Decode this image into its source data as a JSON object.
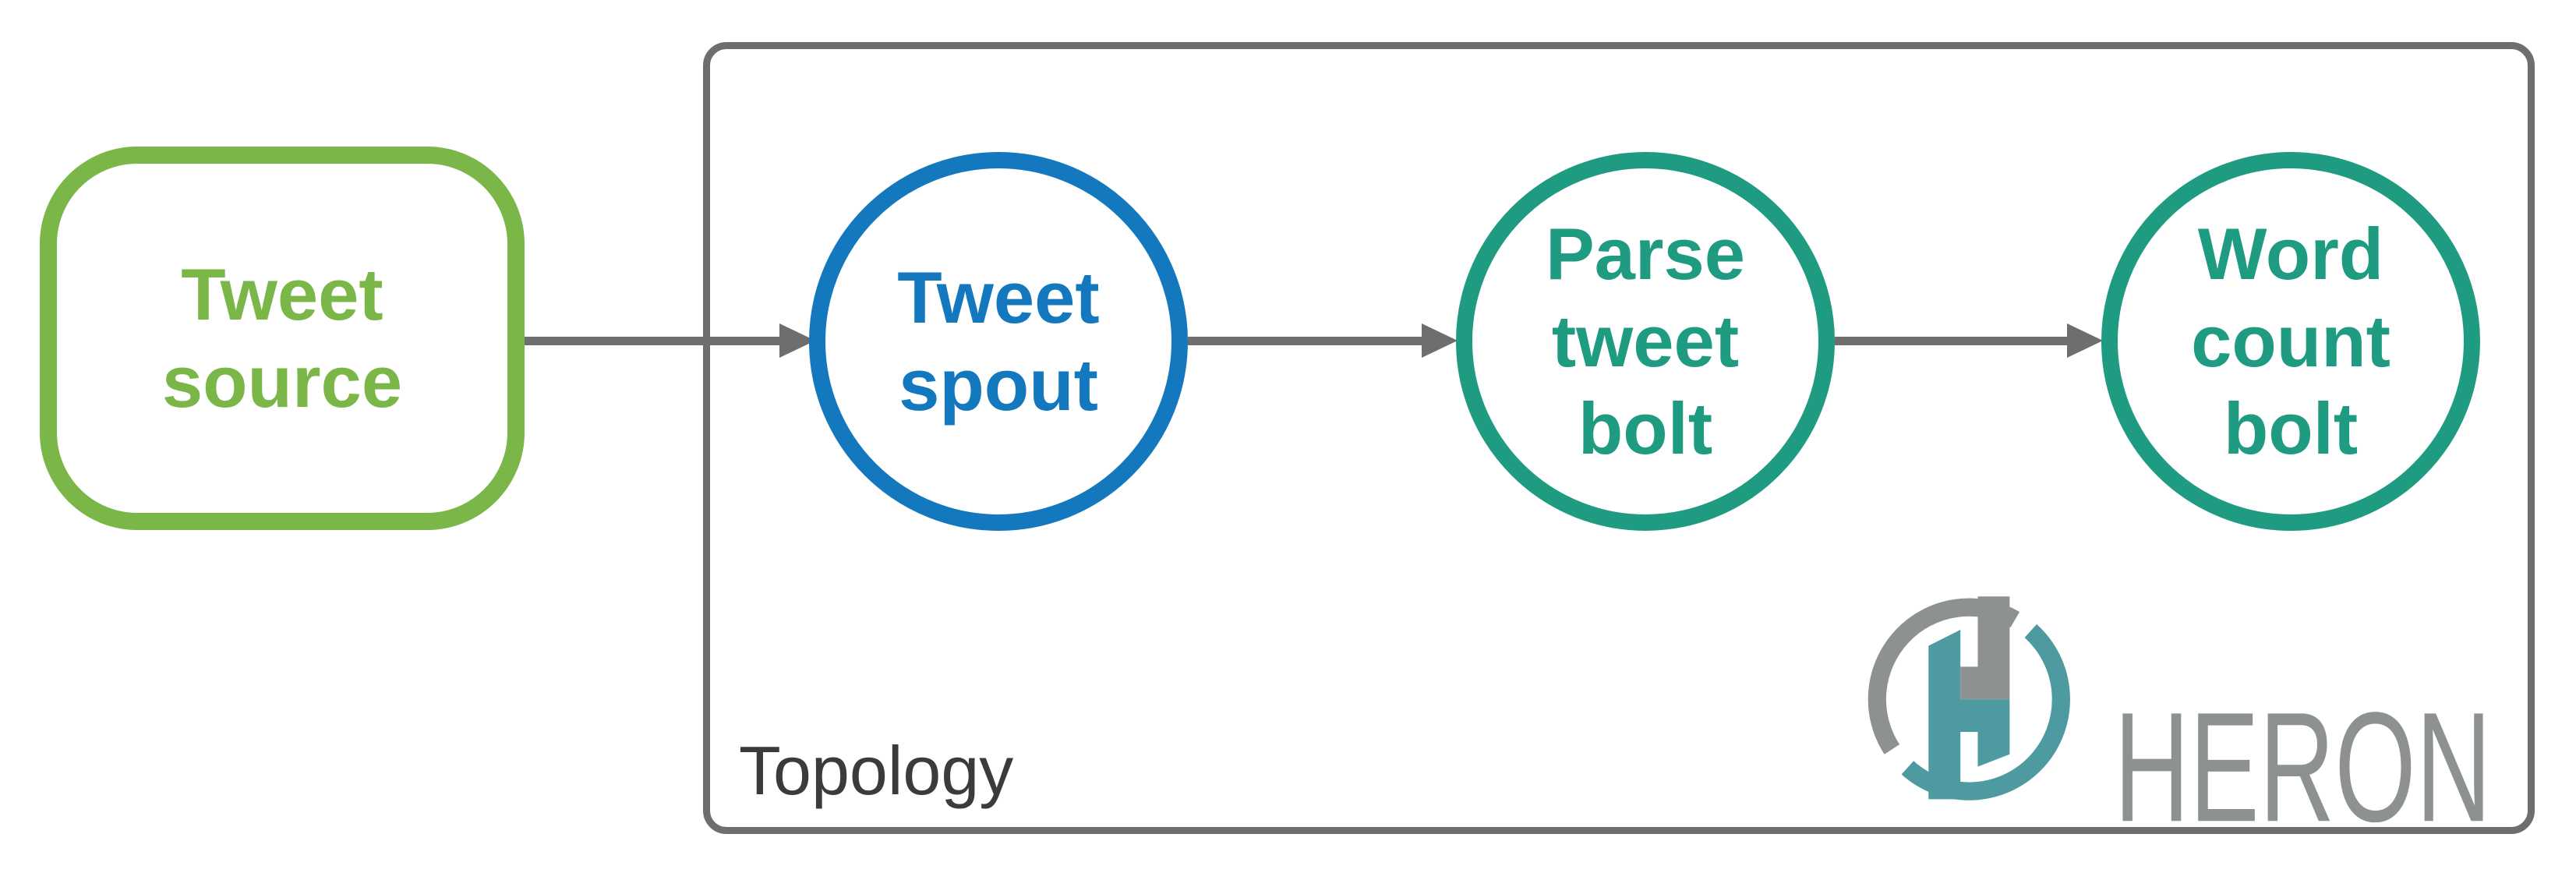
{
  "diagram": {
    "background": "#FFFFFF",
    "edge_color": "#6E6E6E",
    "container": {
      "label": "Topology",
      "border_color": "#6E6E6E",
      "label_color": "#3B3B3B"
    },
    "nodes": [
      {
        "id": "tweet-source",
        "lines": [
          "Tweet",
          "source"
        ],
        "shape": "rounded-rectangle",
        "color": "#7AB648"
      },
      {
        "id": "tweet-spout",
        "lines": [
          "Tweet",
          "spout"
        ],
        "shape": "circle",
        "color": "#1478BE"
      },
      {
        "id": "parse-tweet-bolt",
        "lines": [
          "Parse",
          "tweet",
          "bolt"
        ],
        "shape": "circle",
        "color": "#1F9B82"
      },
      {
        "id": "word-count-bolt",
        "lines": [
          "Word",
          "count",
          "bolt"
        ],
        "shape": "circle",
        "color": "#1F9B82"
      }
    ],
    "edges": [
      {
        "from": "tweet-source",
        "to": "tweet-spout"
      },
      {
        "from": "tweet-spout",
        "to": "parse-tweet-bolt"
      },
      {
        "from": "parse-tweet-bolt",
        "to": "word-count-bolt"
      }
    ],
    "logo": {
      "text": "HERON",
      "text_color": "#8E9192",
      "mark_gray": "#8E9192",
      "mark_teal": "#4D9BA1"
    }
  }
}
